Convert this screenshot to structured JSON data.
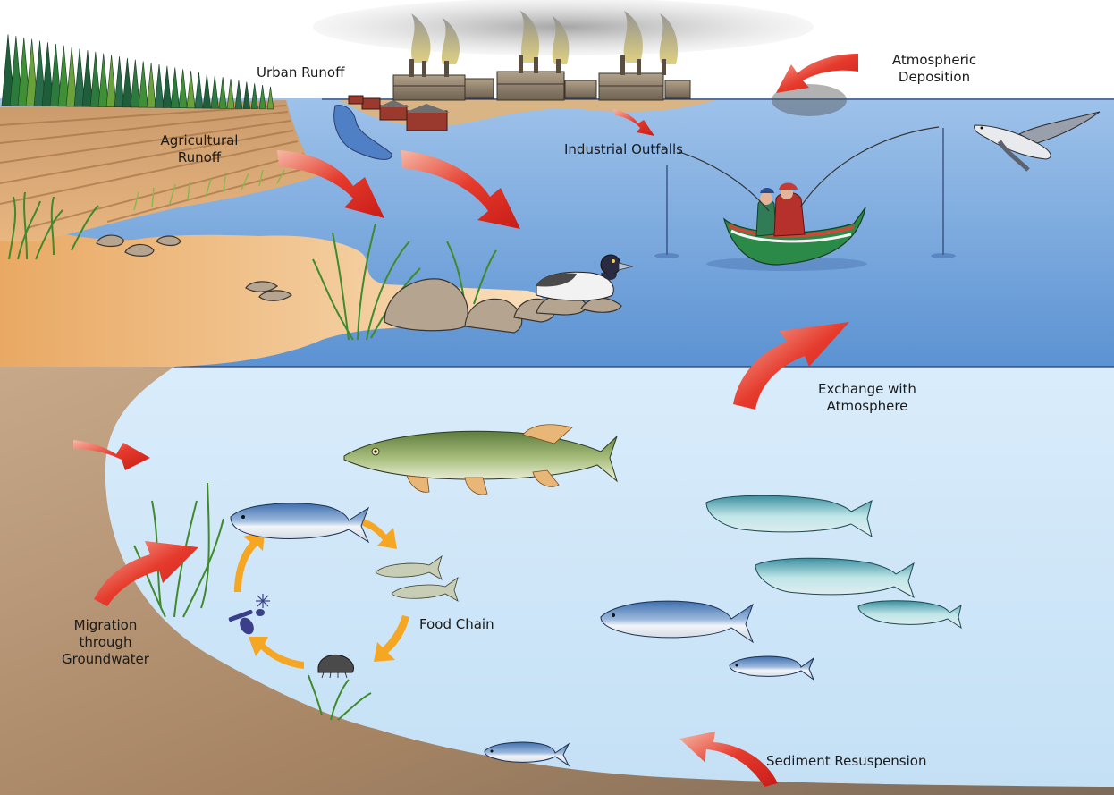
{
  "labels": {
    "urban_runoff": "Urban Runoff",
    "atmospheric_deposition": [
      "Atmospheric",
      "Deposition"
    ],
    "agricultural_runoff": [
      "Agricultural",
      "Runoff"
    ],
    "industrial_outfalls": "Industrial Outfalls",
    "exchange_with_atmosphere": [
      "Exchange with",
      "Atmosphere"
    ],
    "food_chain": "Food Chain",
    "migration_through_groundwater": [
      "Migration",
      "through",
      "Groundwater"
    ],
    "sediment_resuspension": "Sediment Resuspension"
  },
  "colors": {
    "sky_water": "#6fa2d9",
    "deep_water": "#cfe6f7",
    "sand": "#f2c690",
    "soil": "#a8865f",
    "flow_arrow": "#e0302a",
    "food_chain_arrow": "#f5a623"
  },
  "icons": [
    "forest-icon",
    "factory-icon",
    "house-icon",
    "duck-icon",
    "fishing-boat-icon",
    "seagull-icon",
    "pike-icon",
    "herring-icon",
    "minnow-icon",
    "salmon-icon",
    "zooplankton-icon",
    "amphipod-icon",
    "reed-icon",
    "rock-icon"
  ]
}
